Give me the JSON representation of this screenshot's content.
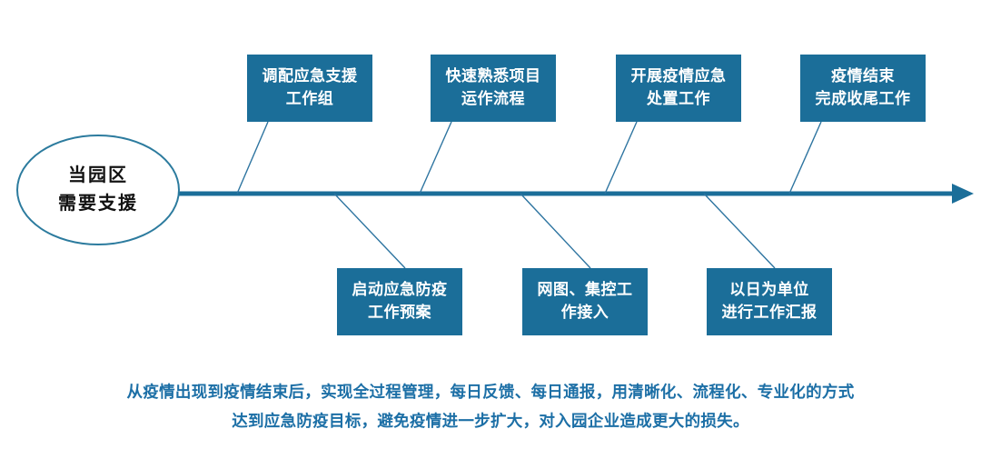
{
  "diagram": {
    "type": "fishbone",
    "root": {
      "lines": [
        "当园区",
        "需要支援"
      ]
    },
    "spine": {
      "color": "#1B6E99",
      "direction": "left-to-right",
      "arrow": "right-arrow-icon"
    },
    "branches_top": [
      {
        "id": "branch-1",
        "lines": [
          "调配应急支援",
          "工作组"
        ]
      },
      {
        "id": "branch-2",
        "lines": [
          "快速熟悉项目",
          "运作流程"
        ]
      },
      {
        "id": "branch-3",
        "lines": [
          "开展疫情应急",
          "处置工作"
        ]
      },
      {
        "id": "branch-4",
        "lines": [
          "疫情结束",
          "完成收尾工作"
        ]
      }
    ],
    "branches_bottom": [
      {
        "id": "branch-5",
        "lines": [
          "启动应急防疫",
          "工作预案"
        ]
      },
      {
        "id": "branch-6",
        "lines": [
          "网图、集控工",
          "作接入"
        ]
      },
      {
        "id": "branch-7",
        "lines": [
          "以日为单位",
          "进行工作汇报"
        ]
      }
    ],
    "caption": {
      "lines": [
        "从疫情出现到疫情结束后，实现全过程管理，每日反馈、每日通报，用清晰化、流程化、专业化的方式",
        "达到应急防疫目标，避免疫情进一步扩大，对入园企业造成更大的损失。"
      ]
    },
    "colors": {
      "box_fill": "#1B6E99",
      "box_text": "#FFFFFF",
      "root_border": "#2C7B9E",
      "root_text": "#121212",
      "connector": "#2D74A0",
      "caption_text": "#1C6FA6",
      "background": "#FFFFFF"
    }
  }
}
